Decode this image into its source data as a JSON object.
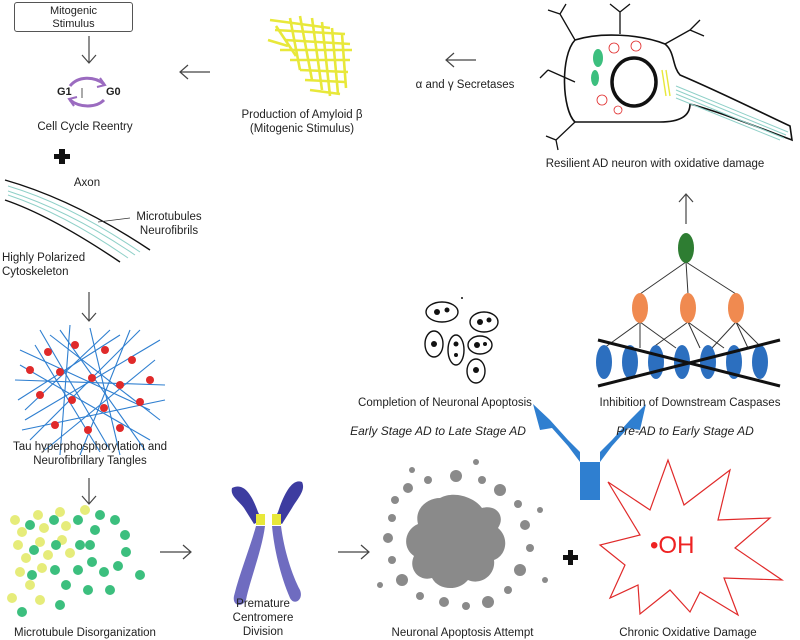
{
  "labels": {
    "mitogenic_stimulus": "Mitogenic Stimulus",
    "g1": "G1",
    "g0": "G0",
    "cell_cycle_reentry": "Cell Cycle Reentry",
    "axon": "Axon",
    "microtubules": "Microtubules",
    "neurofibrils": "Neurofibrils",
    "highly_polarized": "Highly Polarized",
    "cytoskeleton": "Cytoskeleton",
    "tau_line1": "Tau hyperphosphorylation and",
    "tau_line2": "Neurofibrillary Tangles",
    "microtubule_disorganization": "Microtubule Disorganization",
    "premature": "Premature",
    "centromere": "Centromere",
    "division": "Division",
    "neuronal_apoptosis_attempt": "Neuronal Apoptosis Attempt",
    "chronic_oxidative_damage": "Chronic Oxidative Damage",
    "oh_radical": "•OH",
    "completion_apoptosis": "Completion of Neuronal Apoptosis",
    "inhibition_caspases": "Inhibition of Downstream Caspases",
    "early_to_late": "Early Stage AD to Late Stage AD",
    "pre_to_early": "Pre-AD to Early Stage AD",
    "resilient_neuron": "Resilient AD neuron with oxidative damage",
    "secretases": "α and γ Secretases",
    "production_line1": "Production of Amyloid β",
    "production_line2": "(Mitogenic Stimulus)"
  },
  "colors": {
    "amyloid_yellow": "#e8e83a",
    "tau_blue": "#2f7fd0",
    "tau_red": "#e02a2a",
    "mt_green": "#3cbf7e",
    "mt_yellow": "#e6ec7a",
    "chromosome_purple": "#3d3ca0",
    "caspase_orange": "#f08a50",
    "caspase_green": "#2e7d32",
    "caspase_blue": "#2c6fbf",
    "fork_blue": "#2f7fd0",
    "oh_red": "#e22222",
    "apoptosis_gray": "#8a8a8a"
  }
}
